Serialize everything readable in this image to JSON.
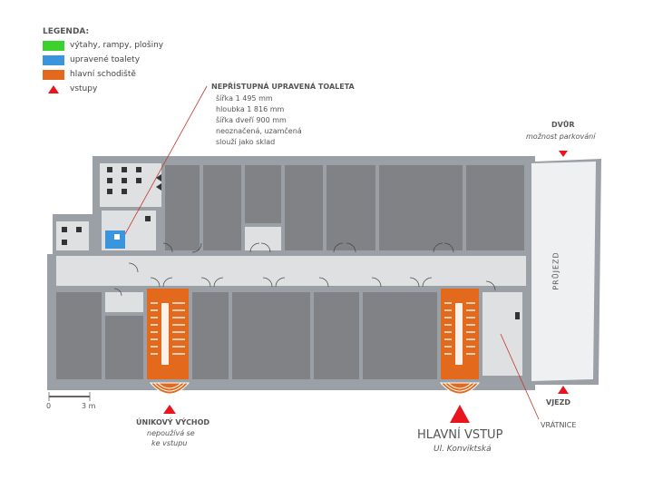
{
  "legend": {
    "title": "LEGENDA:",
    "items": [
      {
        "label": "výtahy, rampy, plošiny",
        "color": "#3cd12c"
      },
      {
        "label": "upravené toalety",
        "color": "#3a95dc"
      },
      {
        "label": "hlavní schodiště",
        "color": "#e36a1c"
      },
      {
        "label": "vstupy",
        "color": "#e8141e"
      }
    ]
  },
  "toilet_note": {
    "title": "NEPŘÍSTUPNÁ UPRAVENÁ TOALETA",
    "lines": [
      "šířka 1 495 mm",
      "hloubka 1 816 mm",
      "šířka dveří 900 mm",
      "neoznačená, uzamčená",
      "slouží jako sklad"
    ]
  },
  "courtyard": {
    "title": "DVŮR",
    "subtitle": "možnost parkování"
  },
  "passage": "PRŮJEZD",
  "drive_in": "VJEZD",
  "porter": "VRÁTNICE",
  "emergency_exit": {
    "title": "ÚNIKOVÝ VÝCHOD",
    "line1": "nepoužívá se",
    "line2": "ke vstupu"
  },
  "main_entrance": {
    "title": "HLAVNÍ VSTUP",
    "subtitle": "Ul. Konviktská"
  },
  "scale": {
    "start": "0",
    "end": "3 m"
  },
  "colors": {
    "wall": "#9aa0a5",
    "room": "#808285",
    "corridor": "#dfe0e1",
    "stairs": "#e36a1c",
    "toilet": "#3a95dc",
    "entrance": "#e8141e",
    "passage": "#eef0f1"
  }
}
